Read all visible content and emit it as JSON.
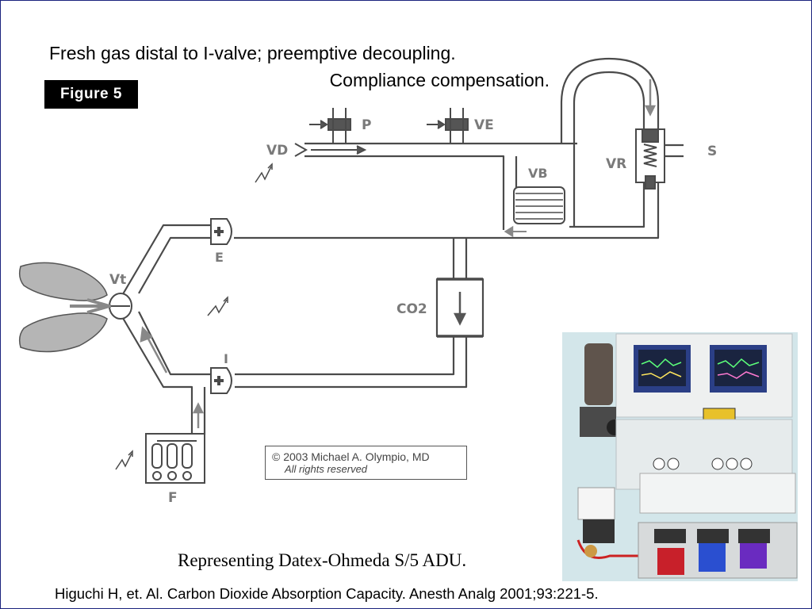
{
  "slide": {
    "title_line1": "Fresh gas distal to I-valve; preemptive decoupling.",
    "title_line2": "Compliance compensation.",
    "badge": "Figure 5",
    "caption": "Representing Datex-Ohmeda S/5 ADU.",
    "reference": "Higuchi H, et. Al. Carbon Dioxide Absorption Capacity. Anesth Analg 2001;93:221-5."
  },
  "diagram": {
    "labels": {
      "p": "P",
      "ve": "VE",
      "vd": "VD",
      "vb": "VB",
      "vr": "VR",
      "s": "S",
      "e": "E",
      "vt": "Vt",
      "co2": "CO2",
      "i": "I",
      "f": "F"
    },
    "copyright_line1": "© 2003 Michael A. Olympio, MD",
    "copyright_line2": "All rights reserved"
  },
  "photo": {
    "subject": "anesthesia-machine-photo"
  },
  "colors": {
    "pipe": "#4a4a4a",
    "lung": "#b5b5b5",
    "label": "#7a7a7a",
    "badge_bg": "#000000",
    "frame": "#1a237e"
  }
}
